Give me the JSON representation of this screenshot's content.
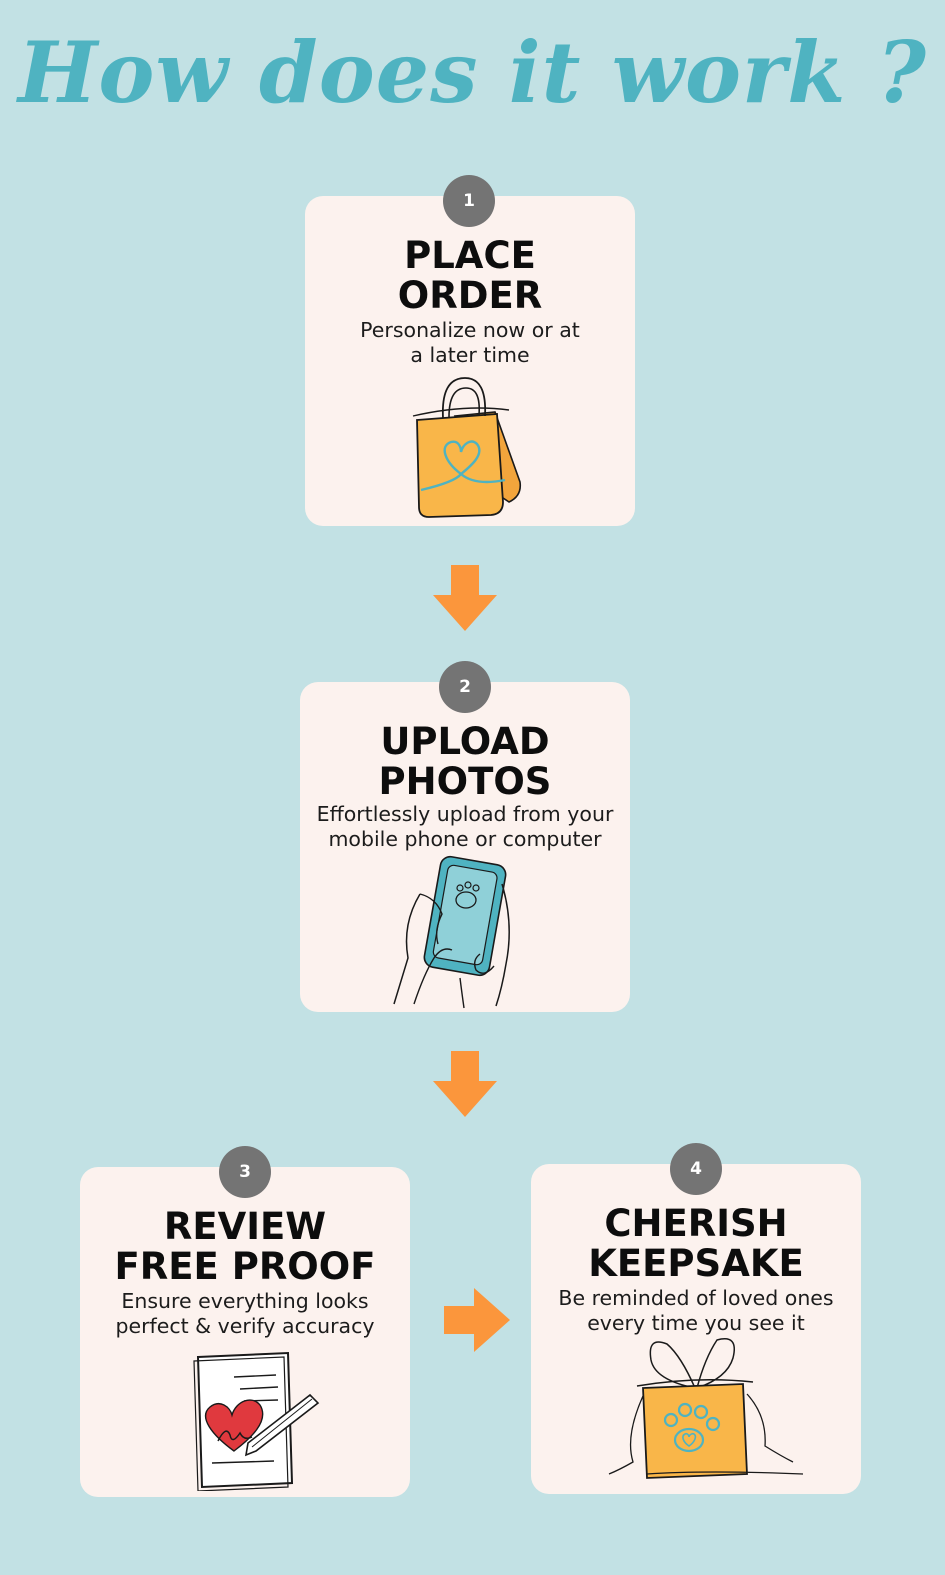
{
  "title": "How does it work ?",
  "colors": {
    "background": "#c2e1e4",
    "title": "#4fb3c1",
    "card": "#fcf2ee",
    "badge": "#747474",
    "arrow": "#fb963c",
    "illustration_fill": "#f9b649",
    "illustration_accent": "#4fb3c1",
    "heart": "#e0393e"
  },
  "steps": [
    {
      "number": "1",
      "heading": [
        "PLACE",
        "ORDER"
      ],
      "description": [
        "Personalize now or at",
        "a later time"
      ],
      "icon": "shopping-bag-icon"
    },
    {
      "number": "2",
      "heading": [
        "UPLOAD",
        "PHOTOS"
      ],
      "description": [
        "Effortlessly upload from your",
        "mobile phone or computer"
      ],
      "icon": "phone-in-hands-icon"
    },
    {
      "number": "3",
      "heading": [
        "REVIEW",
        "FREE PROOF"
      ],
      "description": [
        "Ensure everything looks",
        "perfect & verify accuracy"
      ],
      "icon": "proof-document-icon"
    },
    {
      "number": "4",
      "heading": [
        "CHERISH",
        "KEEPSAKE"
      ],
      "description": [
        "Be reminded of loved ones",
        "every time you see it"
      ],
      "icon": "gift-box-icon"
    }
  ]
}
